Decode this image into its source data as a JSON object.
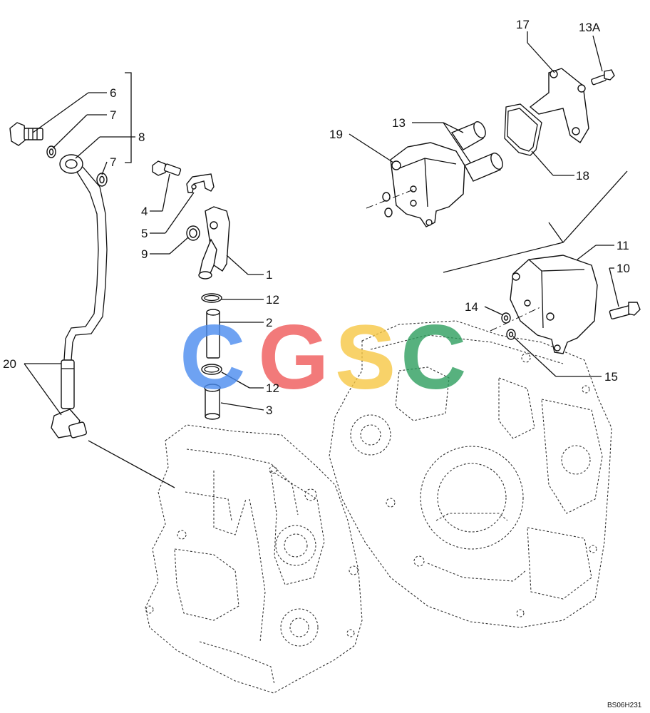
{
  "diagram": {
    "figure_id": "BS06H231",
    "callouts": [
      "6",
      "7",
      "8",
      "7",
      "4",
      "5",
      "9",
      "1",
      "12",
      "2",
      "12",
      "3",
      "20",
      "17",
      "13A",
      "13",
      "19",
      "18",
      "11",
      "10",
      "14",
      "15"
    ]
  },
  "watermark": {
    "letters": [
      "C",
      "G",
      "S",
      "C"
    ],
    "colors": [
      "#4a8cf0",
      "#ef5a5a",
      "#f7c744",
      "#2e9e5e"
    ]
  }
}
